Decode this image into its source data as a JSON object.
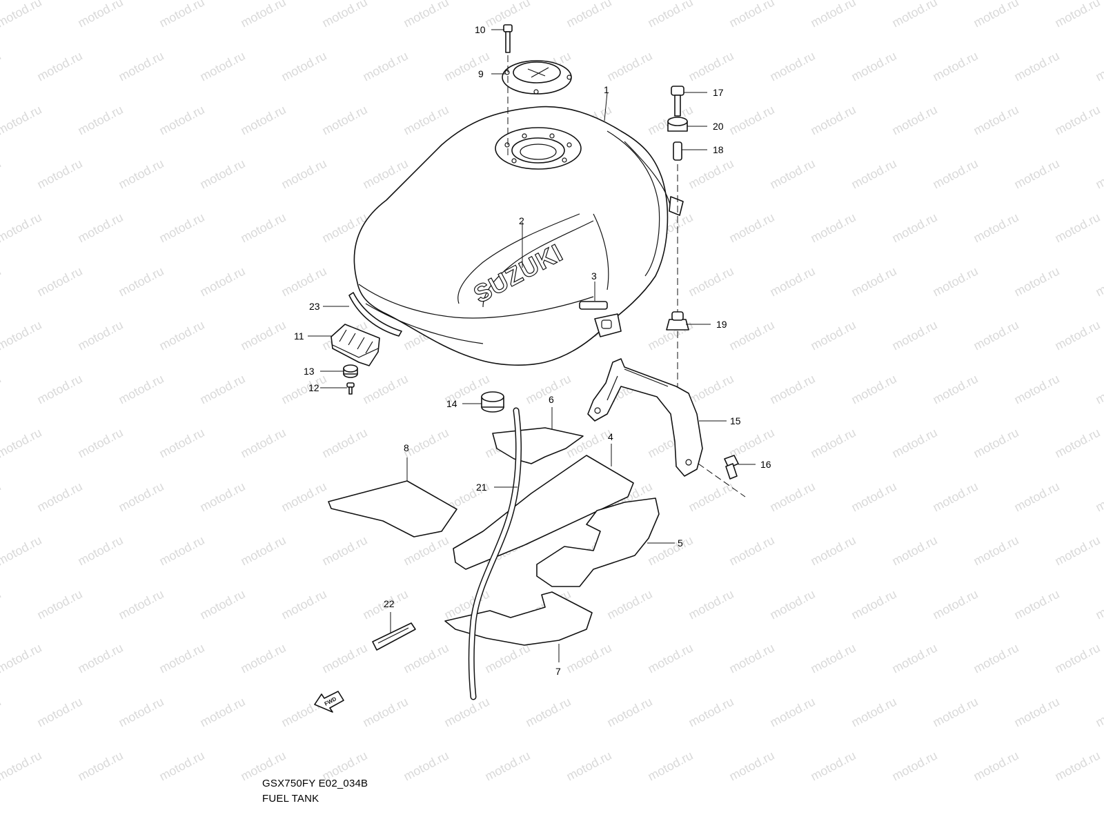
{
  "diagram": {
    "model_code": "GSX750FY E02_034B",
    "title": "FUEL TANK",
    "logo_text": "SUZUKI",
    "fwd_label": "FWD",
    "watermark": "motod.ru",
    "callouts": [
      "1",
      "2",
      "3",
      "4",
      "5",
      "6",
      "7",
      "8",
      "9",
      "10",
      "11",
      "12",
      "13",
      "14",
      "15",
      "16",
      "17",
      "18",
      "19",
      "20",
      "21",
      "22",
      "23"
    ],
    "colors": {
      "line": "#111111",
      "background": "#ffffff",
      "watermark": "#d9d9d9"
    }
  }
}
